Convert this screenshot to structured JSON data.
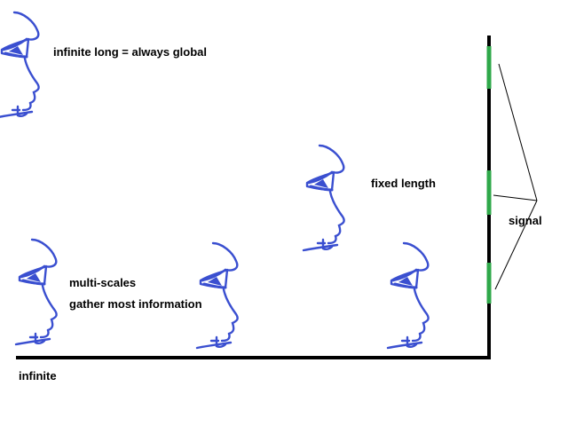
{
  "colors": {
    "background": "#ffffff",
    "axis": "#000000",
    "face": "#3a4fd0",
    "signal": "#2fa84a",
    "text": "#000000"
  },
  "icons": [
    "face-profile-icon"
  ],
  "labels": {
    "global": "infinite long = always global",
    "fixed": "fixed length",
    "signal": "signal",
    "multi_scales": "multi-scales",
    "gather": "gather most information",
    "infinite": "infinite"
  }
}
